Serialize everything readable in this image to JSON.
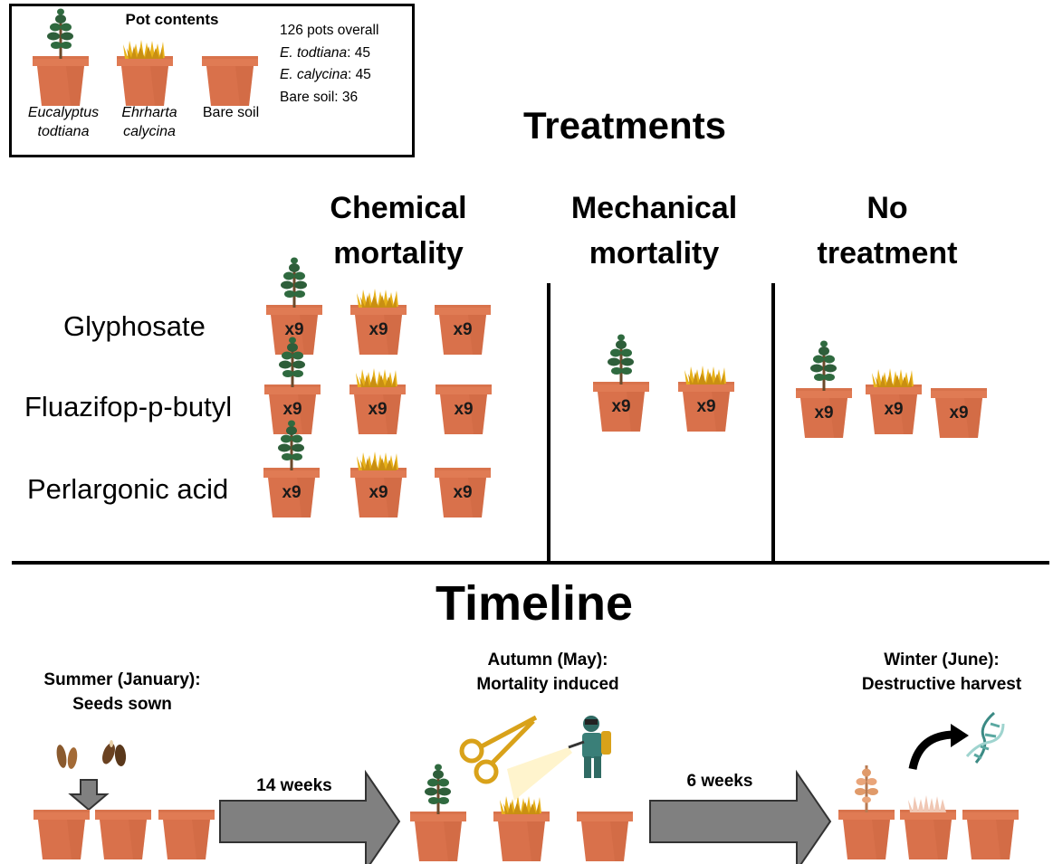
{
  "legend": {
    "title": "Pot contents",
    "items": [
      {
        "line1": "Eucalyptus",
        "line2": "todtiana",
        "icon": "tree-icon"
      },
      {
        "line1": "Ehrharta",
        "line2": "calycina",
        "icon": "grass-icon"
      },
      {
        "line1": "Bare soil",
        "line2": "",
        "icon": "empty-pot-icon"
      }
    ],
    "stats": {
      "overall": "126 pots overall",
      "e_todtiana_label": "E. todtiana",
      "e_todtiana_value": ": 45",
      "e_calycina_label": "E. calycina",
      "e_calycina_value": ": 45",
      "bare_soil": "Bare soil: 36"
    }
  },
  "treatments": {
    "title": "Treatments",
    "columns": [
      {
        "line1": "Chemical",
        "line2": "mortality"
      },
      {
        "line1": "Mechanical",
        "line2": "mortality"
      },
      {
        "line1": "No",
        "line2": "treatment"
      }
    ],
    "rows": [
      "Glyphosate",
      "Fluazifop-p-butyl",
      "Perlargonic acid"
    ],
    "pot_count": "x9"
  },
  "timeline": {
    "title": "Timeline",
    "stages": [
      {
        "line1": "Summer (January):",
        "line2": "Seeds sown"
      },
      {
        "line1": "Autumn (May):",
        "line2": "Mortality induced"
      },
      {
        "line1": "Winter (June):",
        "line2": "Destructive harvest"
      }
    ],
    "intervals": [
      "14 weeks",
      "6 weeks"
    ]
  },
  "colors": {
    "pot_body": "#d9714b",
    "pot_rim": "#e07b54",
    "tree_foliage": "#2e5e3a",
    "grass": "#e8b21a",
    "arrow_gray": "#808080",
    "dead_plant": "#e09a6a"
  }
}
